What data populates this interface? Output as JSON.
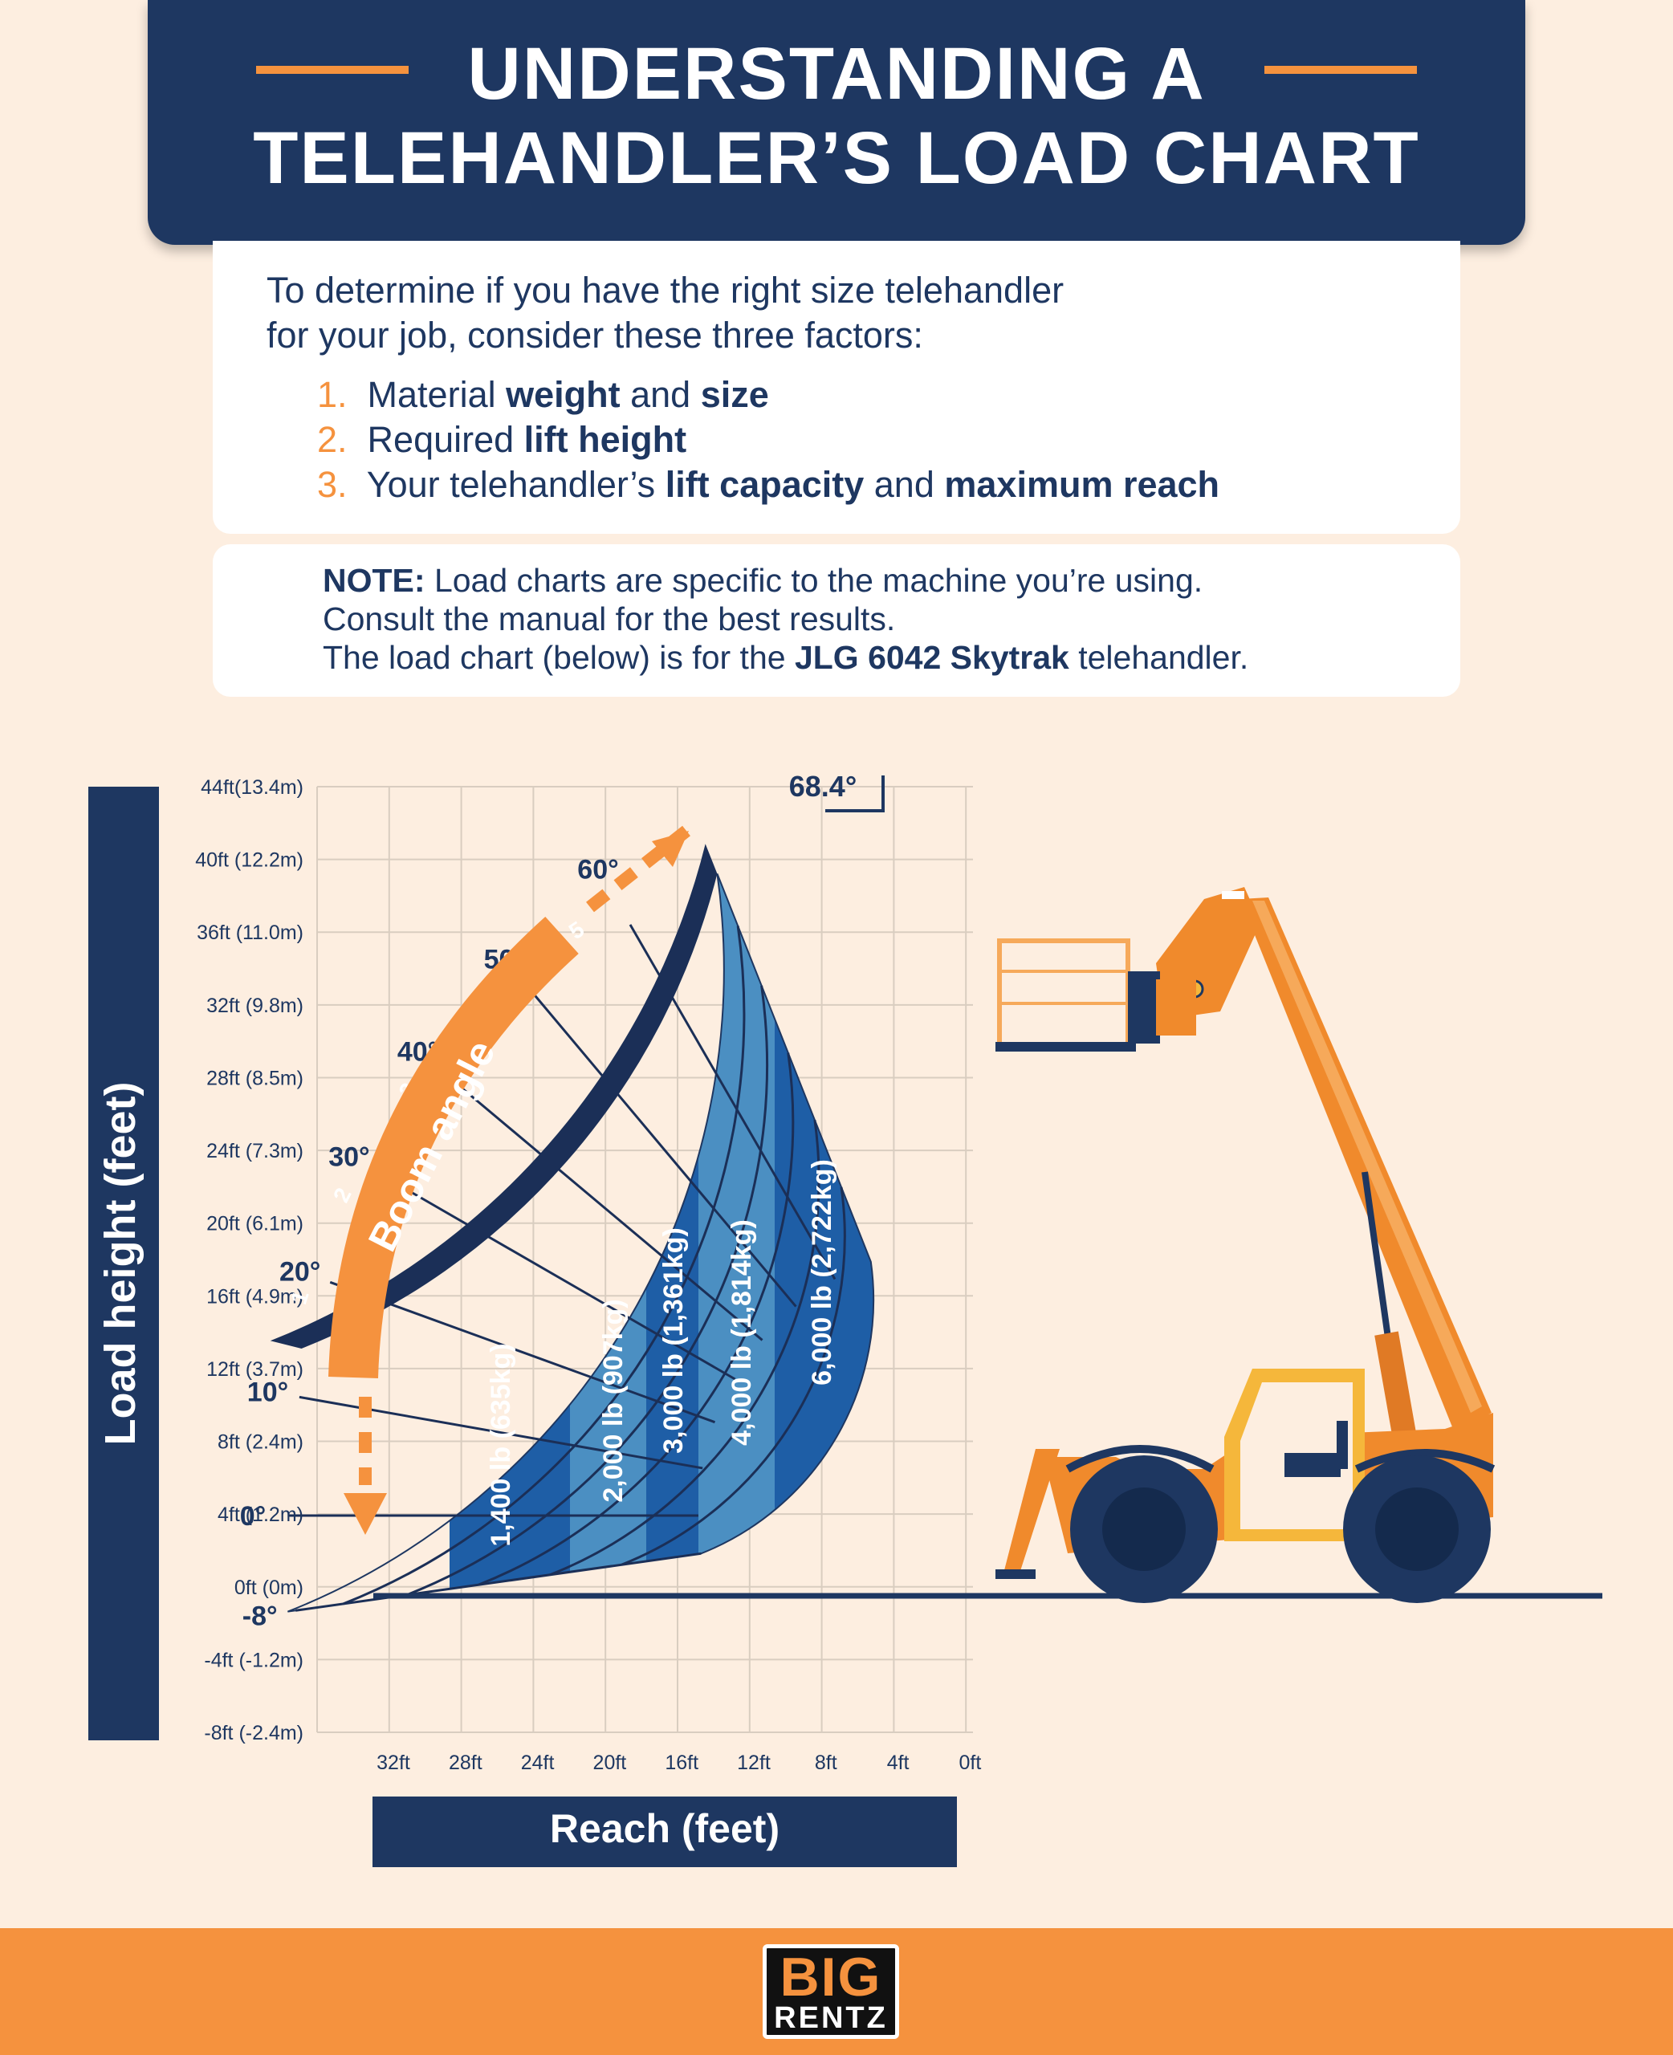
{
  "title": {
    "line1": "UNDERSTANDING A",
    "line2": "TELEHANDLER’S LOAD CHART"
  },
  "intro": {
    "line1": "To determine if you have the right size telehandler",
    "line2": "for your job, consider these three factors:",
    "factors": [
      {
        "num": "1.",
        "parts": [
          "Material ",
          "weight",
          " and ",
          "size",
          ""
        ]
      },
      {
        "num": "2.",
        "parts": [
          "Required ",
          "lift height",
          "",
          "",
          ""
        ]
      },
      {
        "num": "3.",
        "parts": [
          "Your telehandler’s ",
          "lift capacity",
          " and ",
          "maximum reach",
          ""
        ]
      }
    ]
  },
  "note": {
    "label": "NOTE:",
    "line1": " Load charts are specific to the machine you’re using.",
    "line2": "Consult the manual for the best results.",
    "line3_pre": "The load chart (below) is for the ",
    "line3_bold": "JLG 6042 Skytrak",
    "line3_post": " telehandler."
  },
  "chart_data": {
    "type": "diagram",
    "ylabel": "Load height (feet)",
    "xlabel": "Reach (feet)",
    "y_ticks": [
      "44ft(13.4m)",
      "40ft (12.2m)",
      "36ft (11.0m)",
      "32ft (9.8m)",
      "28ft (8.5m)",
      "24ft (7.3m)",
      "20ft (6.1m)",
      "16ft (4.9m)",
      "12ft (3.7m)",
      "8ft (2.4m)",
      "4ft (1.2m)",
      "0ft (0m)",
      "-4ft (-1.2m)",
      "-8ft (-2.4m)"
    ],
    "x_ticks": [
      "32ft",
      "28ft",
      "24ft",
      "20ft",
      "16ft",
      "12ft",
      "8ft",
      "4ft",
      "0ft"
    ],
    "boom_angles": [
      "68.4°",
      "60°",
      "50°",
      "40°",
      "30°",
      "20°",
      "10°",
      "0°",
      "-8°"
    ],
    "extension_marks": [
      "1",
      "2",
      "3",
      "4",
      "5"
    ],
    "capacity_zones": [
      "1,400 lb (635kg)",
      "2,000 lb (907kg)",
      "3,000 lb (1,361kg)",
      "4,000 lb (1,814kg)",
      "6,000 lb (2,722kg)"
    ],
    "boom_angle_label": "Boom angle",
    "colors": {
      "navy": "#1e3761",
      "orange": "#f5923e",
      "zone_dark": "#1e5ea6",
      "zone_light": "#4b8fc2",
      "band": "#1b2f57"
    }
  },
  "logo": {
    "line1": "BIG",
    "line2": "RENTZ"
  }
}
